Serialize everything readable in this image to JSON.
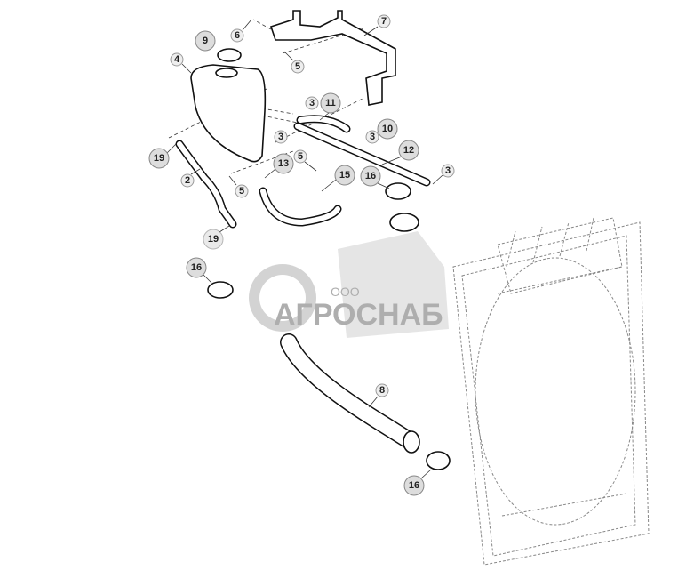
{
  "diagram": {
    "type": "exploded parts diagram",
    "callouts": [
      "9",
      "6",
      "7",
      "4",
      "5",
      "3",
      "11",
      "3",
      "10",
      "3",
      "12",
      "19",
      "2",
      "5",
      "13",
      "5",
      "15",
      "16",
      "3",
      "19",
      "16",
      "8",
      "16"
    ],
    "watermark": {
      "prefix": "ООО",
      "name": "АГРОСНАБ"
    }
  }
}
